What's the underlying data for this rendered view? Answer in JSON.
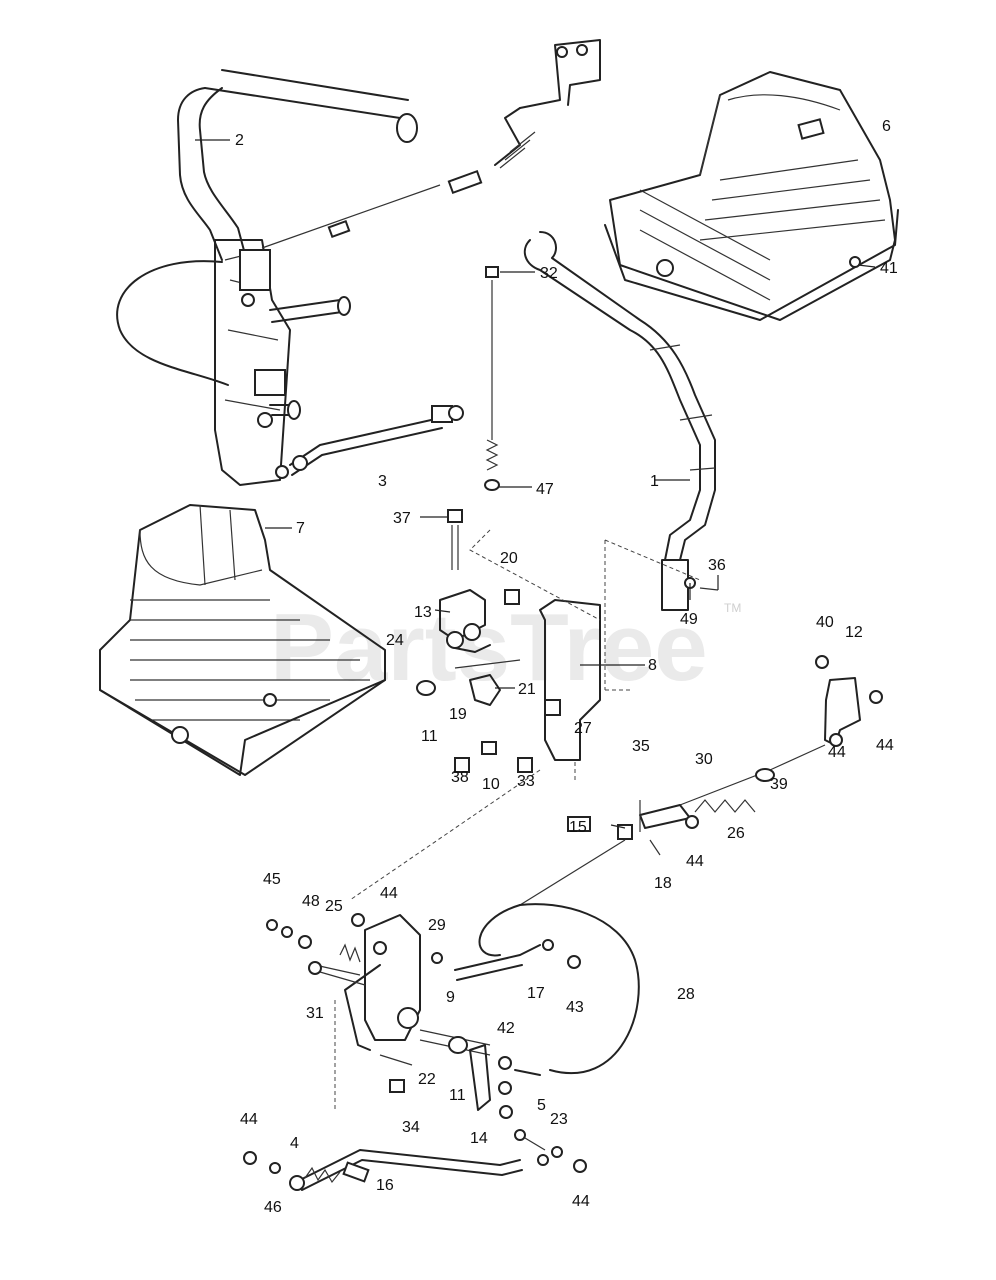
{
  "watermark": {
    "text": "PartsTree",
    "trademark": "TM"
  },
  "callouts": [
    "1",
    "2",
    "3",
    "4",
    "5",
    "6",
    "7",
    "8",
    "9",
    "10",
    "11",
    "11",
    "12",
    "13",
    "14",
    "15",
    "16",
    "17",
    "18",
    "19",
    "20",
    "21",
    "22",
    "23",
    "24",
    "25",
    "26",
    "27",
    "28",
    "29",
    "30",
    "31",
    "32",
    "33",
    "34",
    "35",
    "36",
    "37",
    "38",
    "39",
    "40",
    "41",
    "42",
    "43",
    "44",
    "44",
    "44",
    "44",
    "44",
    "44",
    "44",
    "45",
    "46",
    "47",
    "48",
    "49"
  ]
}
